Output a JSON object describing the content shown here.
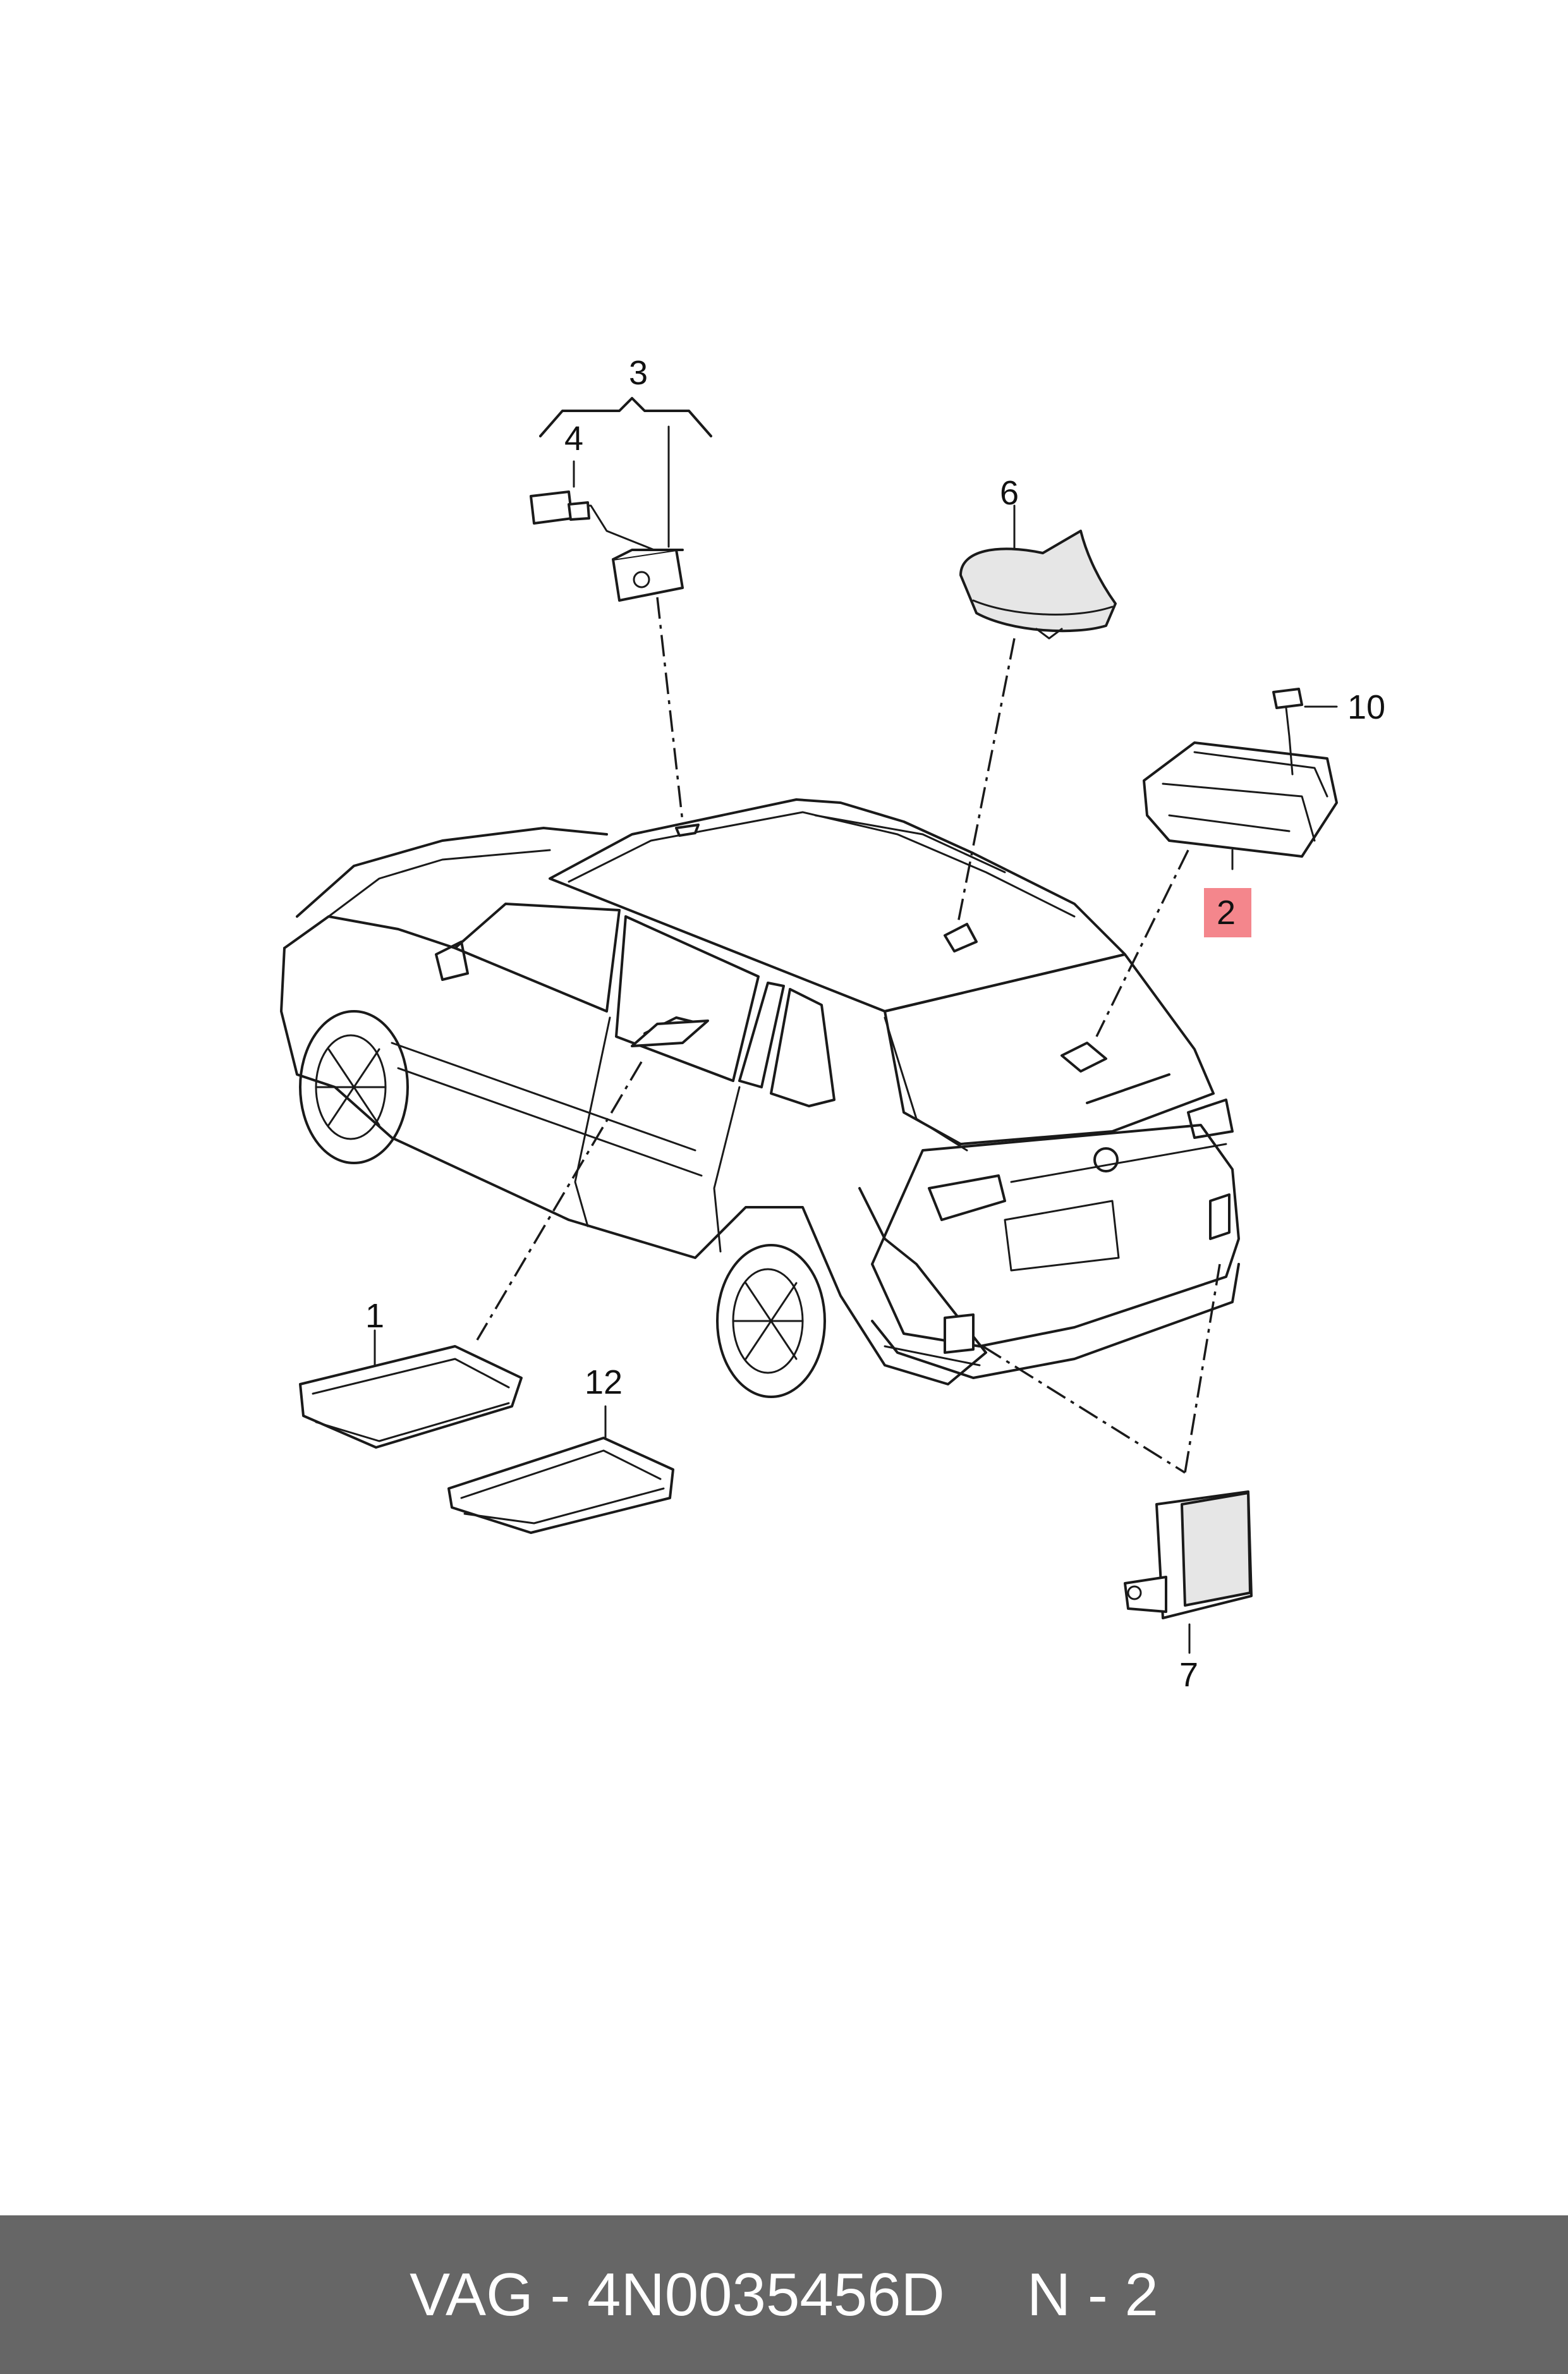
{
  "callouts": {
    "c1": "1",
    "c2": "2",
    "c3": "3",
    "c4": "4",
    "c6": "6",
    "c7": "7",
    "c10": "10",
    "c12": "12"
  },
  "highlight_color": "#f4868c",
  "footer": {
    "part_text": "VAG - 4N0035456D",
    "page_text": "N - 2"
  }
}
